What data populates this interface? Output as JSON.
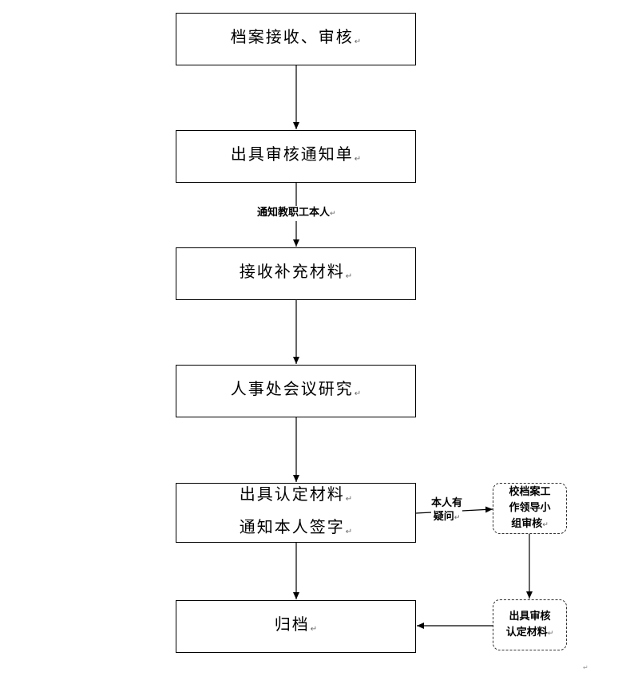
{
  "flow": {
    "step1": "档案接收、审核",
    "step2": "出具审核通知单",
    "step3": "接收补充材料",
    "step4": "人事处会议研究",
    "step5_line1": "出具认定材料",
    "step5_line2": "通知本人签字",
    "step6": "归档"
  },
  "labels": {
    "notify_staff": "通知教职工本人",
    "objection_line1": "本人有",
    "objection_line2": "疑问"
  },
  "side": {
    "review_line1": "校档案工",
    "review_line2": "作领导小",
    "review_line3": "组审核",
    "issue_line1": "出具审核",
    "issue_line2": "认定材料"
  },
  "paragraph_mark": "↵"
}
